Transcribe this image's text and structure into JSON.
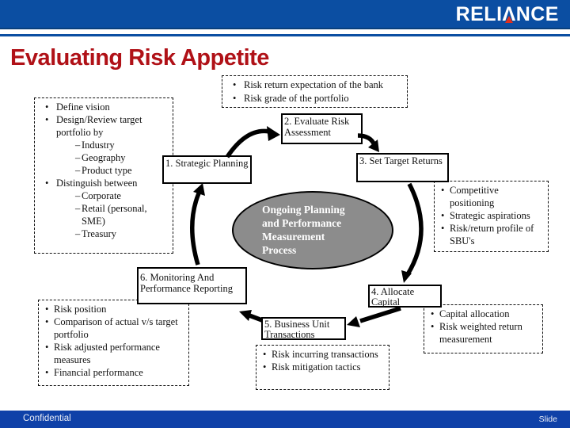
{
  "colors": {
    "header_blue": "#0b4ea2",
    "footer_blue": "#0f41a8",
    "title_red": "#b01117",
    "logo_red": "#e0301e",
    "ellipse_gray": "#8c8c8c"
  },
  "header": {
    "logo": {
      "pre": "RELI",
      "a": "Λ",
      "post": "NCE"
    }
  },
  "title": "Evaluating Risk Appetite",
  "cycle": {
    "box1": "1. Strategic Planning",
    "box2": "2. Evaluate Risk Assessment",
    "box3": "3. Set Target Returns",
    "box4": "4. Allocate Capital",
    "box5": "5. Business Unit Transactions",
    "box6": "6. Monitoring And Performance Reporting"
  },
  "ellipse": {
    "text": "Ongoing Planning and Performance Measurement Process"
  },
  "notes": {
    "top": {
      "items": [
        {
          "text": "Risk return expectation of the bank"
        },
        {
          "text": "Risk grade of the portfolio"
        }
      ]
    },
    "vision": {
      "items": [
        {
          "level": 1,
          "text": "Define vision"
        },
        {
          "level": 1,
          "text": "Design/Review target portfolio by"
        },
        {
          "level": 2,
          "text": "Industry"
        },
        {
          "level": 2,
          "text": "Geography"
        },
        {
          "level": 2,
          "text": "Product type"
        },
        {
          "level": 1,
          "text": "Distinguish between"
        },
        {
          "level": 2,
          "text": "Corporate"
        },
        {
          "level": 2,
          "text": "Retail (personal, SME)"
        },
        {
          "level": 2,
          "text": "Treasury"
        }
      ]
    },
    "targets": {
      "items": [
        {
          "text": "Competitive positioning"
        },
        {
          "text": "Strategic aspirations"
        },
        {
          "text": "Risk/return profile of SBU's"
        }
      ]
    },
    "capital": {
      "items": [
        {
          "text": "Capital allocation"
        },
        {
          "text": "Risk weighted return measurement"
        }
      ]
    },
    "transactions": {
      "items": [
        {
          "text": "Risk incurring transactions"
        },
        {
          "text": "Risk mitigation tactics"
        }
      ]
    },
    "monitoring": {
      "items": [
        {
          "text": "Risk position"
        },
        {
          "text": "Comparison of actual v/s target portfolio"
        },
        {
          "text": "Risk adjusted performance measures"
        },
        {
          "text": "Financial performance"
        }
      ]
    }
  },
  "footer": {
    "left": "Confidential",
    "right": "Slide"
  }
}
